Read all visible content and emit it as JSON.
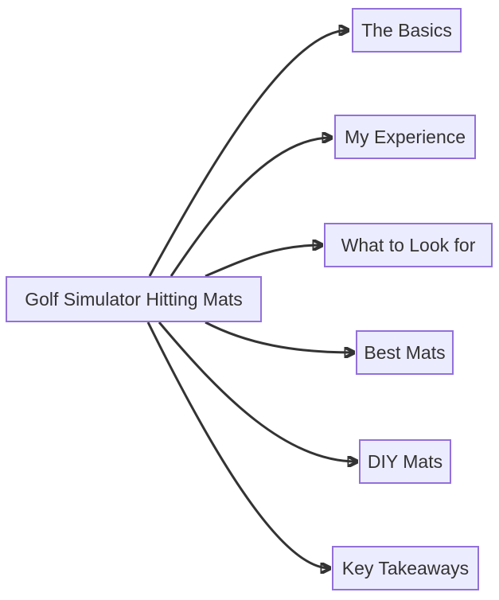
{
  "diagram": {
    "type": "flowchart",
    "direction": "left-to-right",
    "root": {
      "id": "root",
      "label": "Golf Simulator Hitting Mats"
    },
    "nodes": [
      {
        "id": "basics",
        "label": "The Basics"
      },
      {
        "id": "experience",
        "label": "My Experience"
      },
      {
        "id": "look-for",
        "label": "What to Look for"
      },
      {
        "id": "best-mats",
        "label": "Best Mats"
      },
      {
        "id": "diy-mats",
        "label": "DIY Mats"
      },
      {
        "id": "takeaways",
        "label": "Key Takeaways"
      }
    ],
    "edges": [
      {
        "from": "root",
        "to": "basics"
      },
      {
        "from": "root",
        "to": "experience"
      },
      {
        "from": "root",
        "to": "look-for"
      },
      {
        "from": "root",
        "to": "best-mats"
      },
      {
        "from": "root",
        "to": "diy-mats"
      },
      {
        "from": "root",
        "to": "takeaways"
      }
    ],
    "colors": {
      "node_fill": "#ECECFF",
      "node_border": "#9370DB",
      "edge_stroke": "#333333",
      "text": "#333333",
      "background": "#FFFFFF"
    }
  }
}
